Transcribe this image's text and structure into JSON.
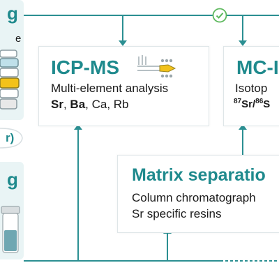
{
  "left_panel_top": {
    "title_fragment": "g",
    "subtitle_fragment": "e"
  },
  "left_connector": {
    "fragment": "r)"
  },
  "left_panel_bottom": {
    "title_fragment": "g"
  },
  "icp_ms": {
    "title": "ICP-MS",
    "line1": "Multi-element analysis",
    "elements": {
      "sr": "Sr",
      "sep1": ", ",
      "ba": "Ba",
      "rest": ", Ca, Rb"
    }
  },
  "mc_icp": {
    "title_fragment": "MC-I",
    "line1_fragment": "Isotop",
    "ratio": {
      "sup1": "87",
      "el1": "Sr/",
      "sup2": "86",
      "el2": "S"
    }
  },
  "matrix_separation": {
    "title_fragment": "Matrix separatio",
    "line1_fragment": "Column chromatograph",
    "line2": "Sr specific resins"
  },
  "colors": {
    "teal": "#1f8a8d",
    "panel": "#e9f4f5",
    "box_border": "#dfe6e8",
    "check": "#5cb85c"
  },
  "icons": [
    "check-circle-icon",
    "icp-instrument-icon",
    "sample-tubes-icon",
    "vial-icon"
  ]
}
